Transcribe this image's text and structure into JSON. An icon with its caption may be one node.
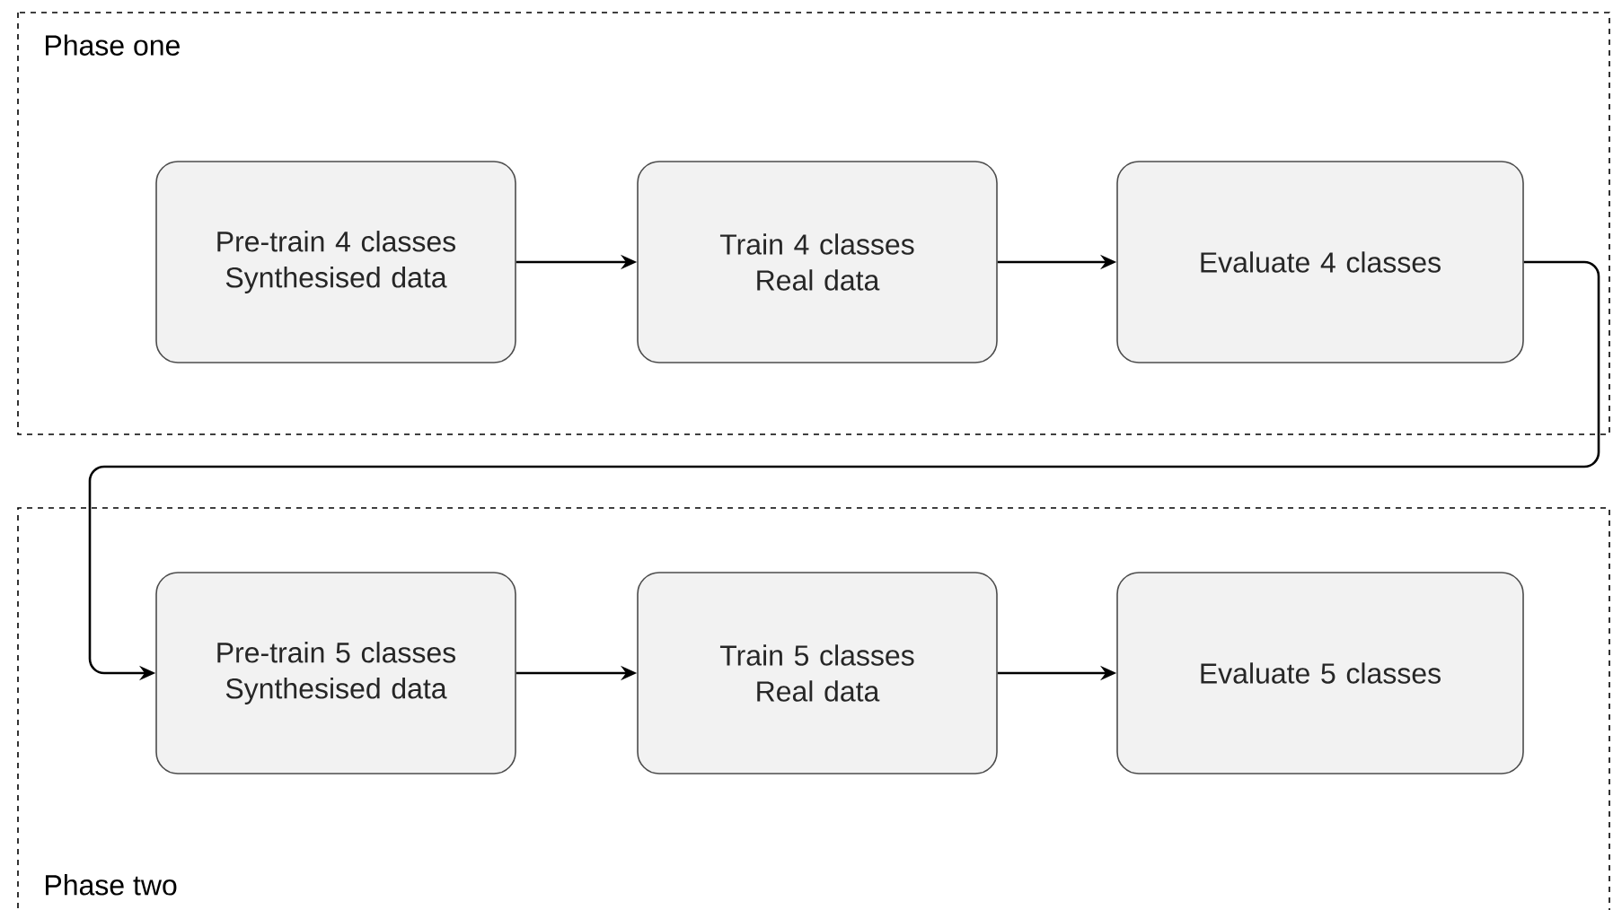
{
  "diagram": {
    "nodes": [
      {
        "text": [
          "Phase one"
        ]
      },
      {
        "text": [
          "Pre-train 4 classes Synthesised data"
        ],
        "in": 0
      },
      {
        "text": [
          "Train 4 classes Real data"
        ],
        "in": 0
      },
      {
        "text": [
          "Evaluate 4 classes"
        ],
        "in": 0
      },
      {
        "text": [
          "Phase two"
        ]
      },
      {
        "text": [
          "Pre-train 5 classes Synthesised data"
        ],
        "in": 4
      },
      {
        "text": [
          "Train 5 classes Real data"
        ],
        "in": 4
      },
      {
        "text": [
          "Evaluate 5 classes"
        ],
        "in": 4
      }
    ],
    "edges": [
      {
        "from": 1,
        "to": 2,
        "arrow": "to"
      },
      {
        "from": 2,
        "to": 3,
        "arrow": "to"
      },
      {
        "from": 3,
        "to": 5,
        "arrow": "to"
      },
      {
        "from": 5,
        "to": 6,
        "arrow": "to"
      },
      {
        "from": 6,
        "to": 7,
        "arrow": "to"
      }
    ]
  }
}
